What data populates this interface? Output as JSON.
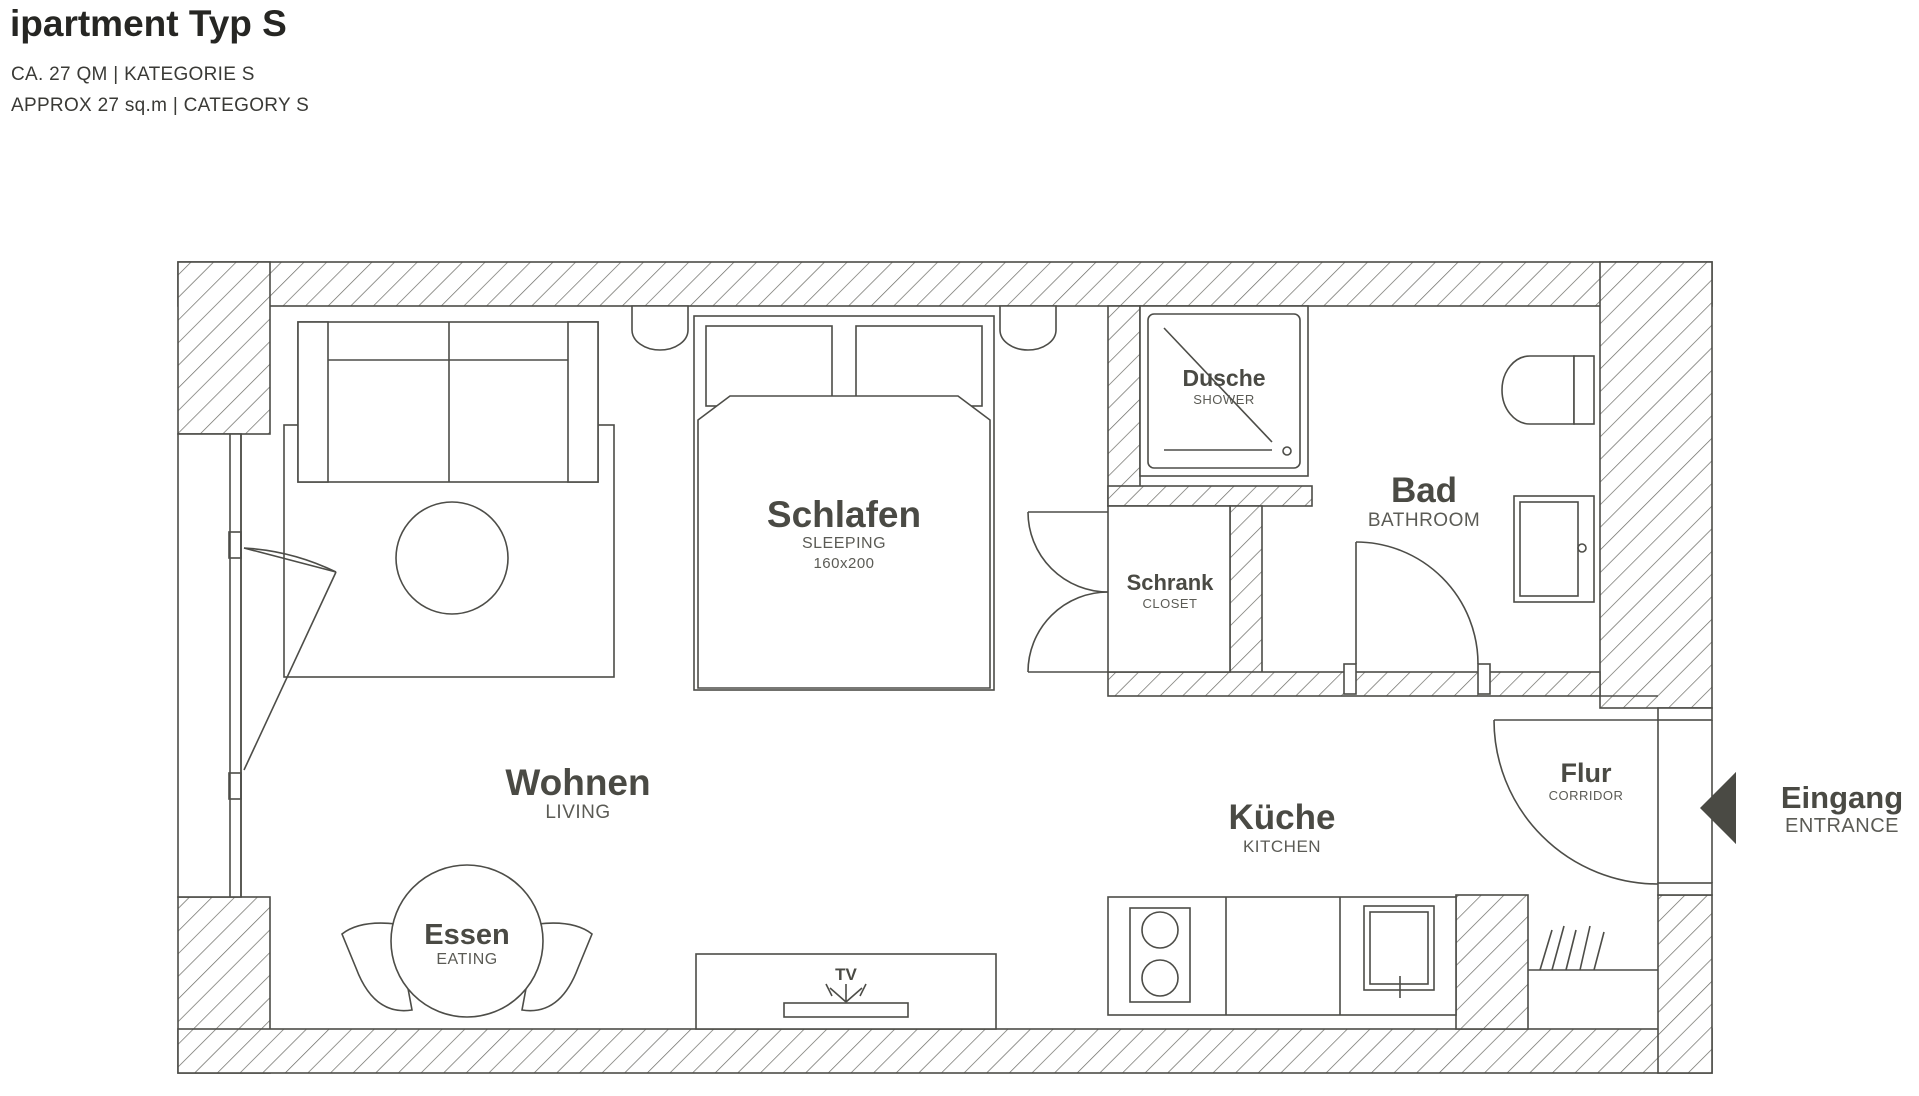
{
  "header": {
    "title": "ipartment Typ S",
    "subtitle_de": "CA. 27 QM | KATEGORIE S",
    "subtitle_en": "APPROX 27 sq.m | CATEGORY S"
  },
  "rooms": {
    "schlafen": {
      "de": "Schlafen",
      "en": "SLEEPING",
      "size": "160x200"
    },
    "dusche": {
      "de": "Dusche",
      "en": "SHOWER"
    },
    "bad": {
      "de": "Bad",
      "en": "BATHROOM"
    },
    "schrank": {
      "de": "Schrank",
      "en": "CLOSET"
    },
    "wohnen": {
      "de": "Wohnen",
      "en": "LIVING"
    },
    "kueche": {
      "de": "Küche",
      "en": "KITCHEN"
    },
    "flur": {
      "de": "Flur",
      "en": "CORRIDOR"
    },
    "essen": {
      "de": "Essen",
      "en": "EATING"
    },
    "tv": {
      "label": "TV"
    }
  },
  "entrance": {
    "de": "Eingang",
    "en": "ENTRANCE",
    "icon": "arrow-left-icon"
  },
  "colors": {
    "line": "#4d4d48",
    "text": "#4a4a44",
    "background": "#ffffff"
  }
}
